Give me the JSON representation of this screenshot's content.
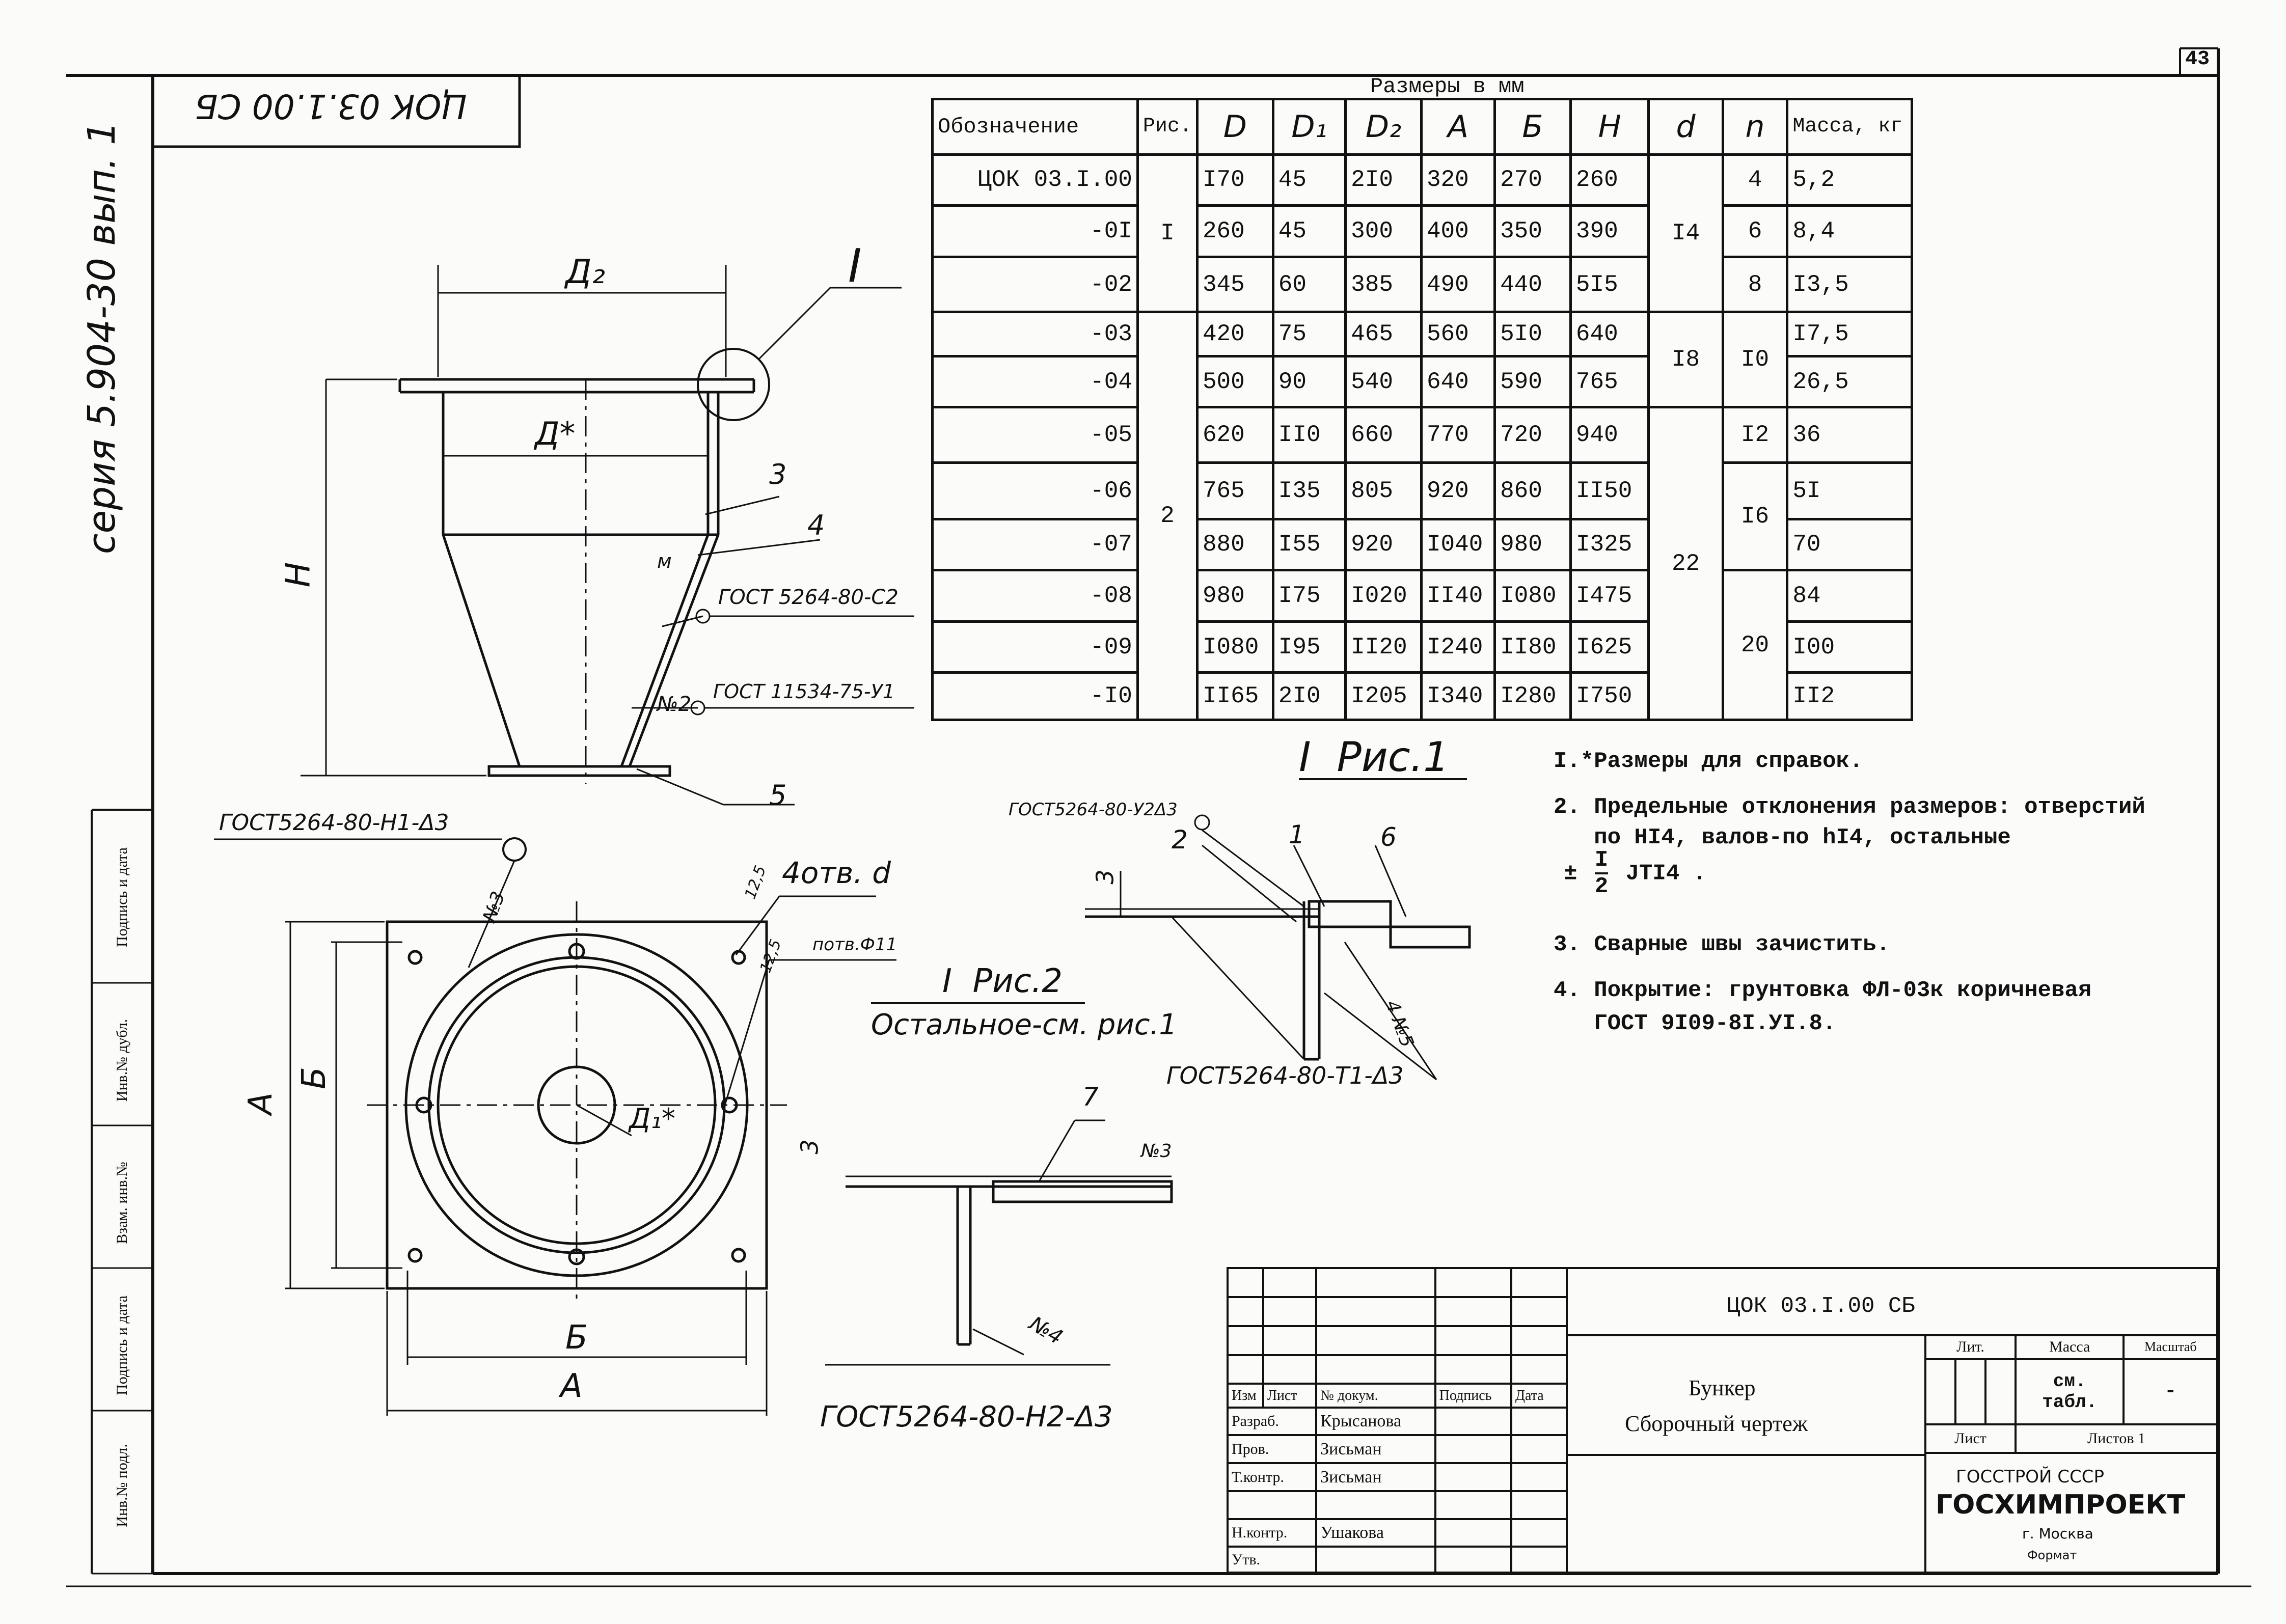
{
  "page_number": "43",
  "rotated_code": "ЦОК 03.1.00 СБ",
  "series": "серия 5.904-30 вып. 1",
  "table": {
    "caption": "Размеры в мм",
    "headers": [
      "Обозначение",
      "Рис.",
      "D",
      "D₁",
      "D₂",
      "A",
      "Б",
      "H",
      "d",
      "n",
      "Масса, кг"
    ],
    "rows": [
      {
        "code": "ЦОК 03.I.00",
        "D": "I70",
        "D1": "45",
        "D2": "2I0",
        "A": "320",
        "B": "270",
        "H": "260",
        "n": "4",
        "mass": "5,2"
      },
      {
        "code": "-0I",
        "D": "260",
        "D1": "45",
        "D2": "300",
        "A": "400",
        "B": "350",
        "H": "390",
        "n": "6",
        "mass": "8,4"
      },
      {
        "code": "-02",
        "D": "345",
        "D1": "60",
        "D2": "385",
        "A": "490",
        "B": "440",
        "H": "5I5",
        "n": "8",
        "mass": "I3,5"
      },
      {
        "code": "-03",
        "D": "420",
        "D1": "75",
        "D2": "465",
        "A": "560",
        "B": "5I0",
        "H": "640",
        "n": "",
        "mass": "I7,5"
      },
      {
        "code": "-04",
        "D": "500",
        "D1": "90",
        "D2": "540",
        "A": "640",
        "B": "590",
        "H": "765",
        "n": "",
        "mass": "26,5"
      },
      {
        "code": "-05",
        "D": "620",
        "D1": "II0",
        "D2": "660",
        "A": "770",
        "B": "720",
        "H": "940",
        "n": "I2",
        "mass": "36"
      },
      {
        "code": "-06",
        "D": "765",
        "D1": "I35",
        "D2": "805",
        "A": "920",
        "B": "860",
        "H": "II50",
        "n": "",
        "mass": "5I"
      },
      {
        "code": "-07",
        "D": "880",
        "D1": "I55",
        "D2": "920",
        "A": "I040",
        "B": "980",
        "H": "I325",
        "n": "",
        "mass": "70"
      },
      {
        "code": "-08",
        "D": "980",
        "D1": "I75",
        "D2": "I020",
        "A": "II40",
        "B": "I080",
        "H": "I475",
        "n": "",
        "mass": "84"
      },
      {
        "code": "-09",
        "D": "I080",
        "D1": "I95",
        "D2": "II20",
        "A": "I240",
        "B": "II80",
        "H": "I625",
        "n": "",
        "mass": "I00"
      },
      {
        "code": "-I0",
        "D": "II65",
        "D1": "2I0",
        "D2": "I205",
        "A": "I340",
        "B": "I280",
        "H": "I750",
        "n": "",
        "mass": "II2"
      }
    ],
    "merged": {
      "ris1": "I",
      "ris2": "2",
      "d1": "I4",
      "d2": "I8",
      "d3": "22",
      "n_03_04": "I0",
      "n_06_07": "I6",
      "n_08_10": "20"
    }
  },
  "drawing_labels": {
    "d2": "Д₂",
    "d": "Д*",
    "h": "H",
    "callout_i": "I",
    "pos3": "3",
    "pos4": "4",
    "pos5": "5",
    "pos2_weld": "№2",
    "pos_m": "м",
    "gost_c2": "ГОСТ 5264-80-С2",
    "gost_u1": "ГОСТ 11534-75-У1",
    "gost_h1": "ГОСТ5264-80-Н1-Δ3",
    "n3_a": "№3",
    "holes": "4отв. d",
    "thru": "потв.Ф11",
    "dim_125_a": "12,5",
    "dim_125_b": "12,5",
    "a_left": "А",
    "b_left": "Б",
    "a_bottom": "А",
    "b_bottom": "Б",
    "d1": "Д₁*",
    "ris2_title": "I  Рис.2",
    "ris2_note": "Остальное-см. рис.1",
    "detail_title": "I  Рис.1",
    "gost_u2": "ГОСТ5264-80-У2Δ3",
    "p2": "2",
    "p1": "1",
    "p6": "6",
    "dim3_a": "3",
    "dim3_b": "3",
    "n45": "4 №5",
    "gost_t1": "ГОСТ5264-80-Т1-Δ3",
    "p7": "7",
    "n3_b": "№3",
    "n4": "№4",
    "gost_h2": "ГОСТ5264-80-Н2-Δ3"
  },
  "notes": [
    "I.*Размеры для справок.",
    "2. Предельные отклонения размеров: отверстий",
    "   по HI4, валов-по hI4, остальные",
    "± I/2 JTI4 .",
    "3. Сварные швы зачистить.",
    "4. Покрытие: грунтовка ФЛ-03к коричневая",
    "   ГОСТ 9I09-8I.УI.8."
  ],
  "notes_fraction": {
    "pm": "±",
    "num": "I",
    "den": "2",
    "tail": "JTI4 ."
  },
  "left_stamp": [
    "Инв.№ подл.",
    "Подпись и дата",
    "Взам. инв.№",
    "Инв.№ дубл.",
    "Подпись и дата"
  ],
  "title_block": {
    "doc_code": "ЦОК 03.I.00 СБ",
    "name_1": "Бункер",
    "name_2": "Сборочный чертеж",
    "col_heads": [
      "Изм",
      "Лист",
      "№ докум.",
      "Подпись",
      "Дата"
    ],
    "roles": [
      "Разраб.",
      "Пров.",
      "Т.контр.",
      "",
      "Н.контр.",
      "Утв."
    ],
    "people": [
      "Крысанова",
      "Зисьман",
      "Зисьман",
      "",
      "Ушакова",
      ""
    ],
    "lit": "Лит.",
    "massa": "Масса",
    "masshtab": "Масштаб",
    "mass_value_1": "см.",
    "mass_value_2": "табл.",
    "scale_value": "-",
    "sheet": "Лист",
    "sheets": "Листов 1",
    "org_1": "ГОССТРОЙ СССР",
    "org_2": "ГОСХИМПРОЕКТ",
    "org_3": "г. Москва",
    "format": "Формат"
  }
}
